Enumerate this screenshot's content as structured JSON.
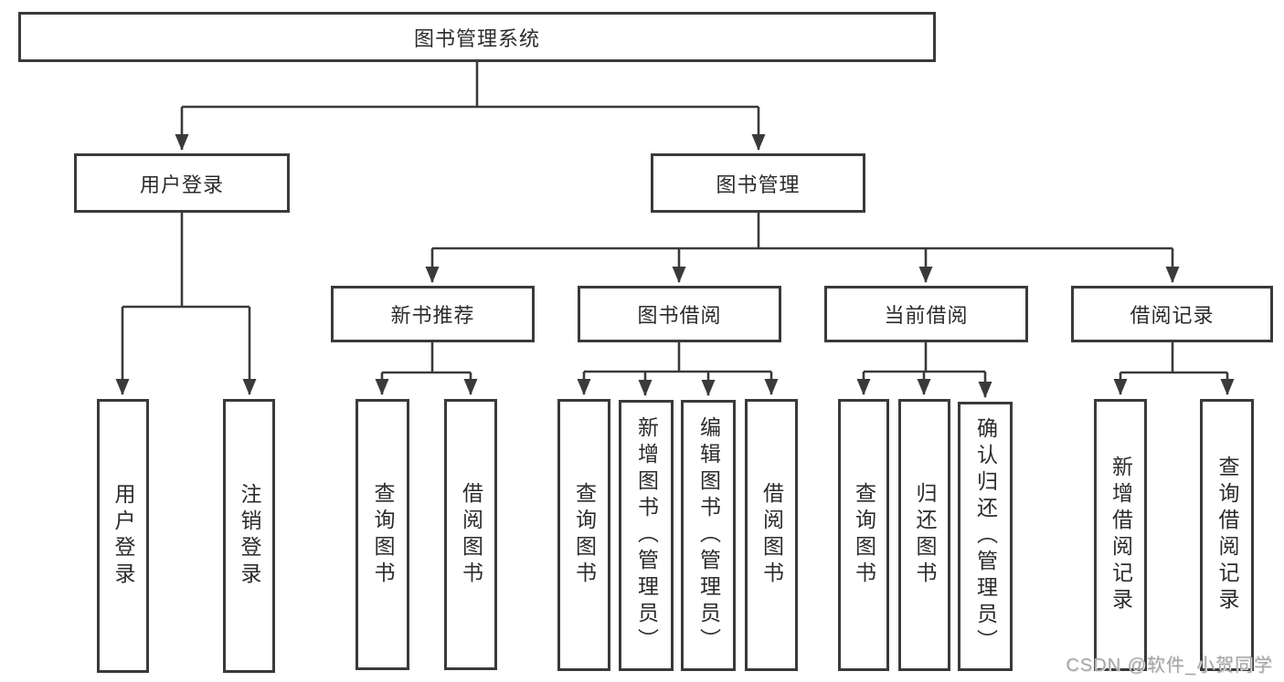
{
  "colors": {
    "line": "#3a3a3a",
    "text": "#2b2b2b",
    "background": "#ffffff",
    "watermark": "#a6a6a6"
  },
  "diagram": {
    "title": "图书管理系统",
    "branches": [
      {
        "label": "用户登录",
        "children": [
          {
            "label": "用户登录"
          },
          {
            "label": "注销登录"
          }
        ]
      },
      {
        "label": "图书管理",
        "children": [
          {
            "label": "新书推荐",
            "children": [
              {
                "label": "查询图书"
              },
              {
                "label": "借阅图书"
              }
            ]
          },
          {
            "label": "图书借阅",
            "children": [
              {
                "label": "查询图书"
              },
              {
                "label": "新增图书（管理员）"
              },
              {
                "label": "编辑图书（管理员）"
              },
              {
                "label": "借阅图书"
              }
            ]
          },
          {
            "label": "当前借阅",
            "children": [
              {
                "label": "查询图书"
              },
              {
                "label": "归还图书"
              },
              {
                "label": "确认归还（管理员）"
              }
            ]
          },
          {
            "label": "借阅记录",
            "children": [
              {
                "label": "新增借阅记录"
              },
              {
                "label": "查询借阅记录"
              }
            ]
          }
        ]
      }
    ]
  },
  "watermark": {
    "text": "CSDN @软件_小贺同学"
  }
}
